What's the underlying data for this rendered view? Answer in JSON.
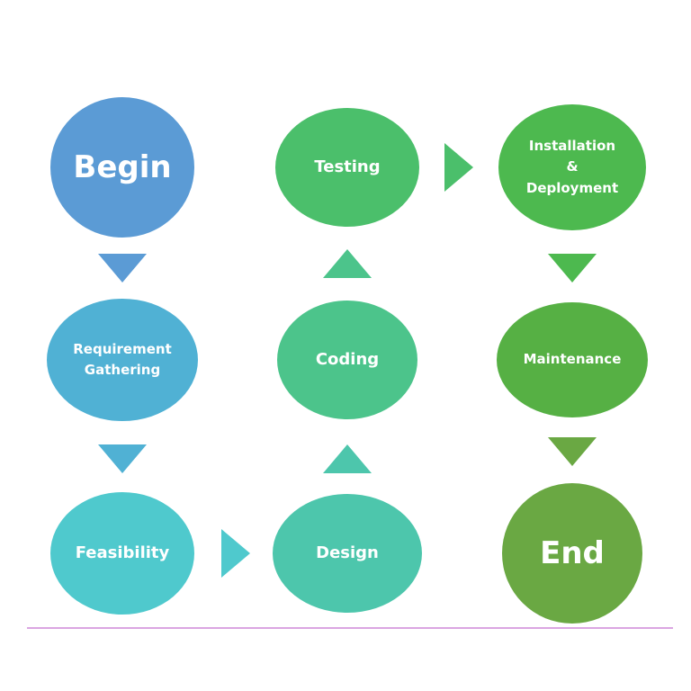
{
  "nodes": {
    "begin": {
      "label": "Begin",
      "color": "#5b9bd5"
    },
    "requirement": {
      "label": "Requirement\nGathering",
      "color": "#50b1d4"
    },
    "feasibility": {
      "label": "Feasibility",
      "color": "#4fc9cd"
    },
    "design": {
      "label": "Design",
      "color": "#4dc6ac"
    },
    "coding": {
      "label": "Coding",
      "color": "#4cc48b"
    },
    "testing": {
      "label": "Testing",
      "color": "#4bbf6b"
    },
    "installation": {
      "label": "Installation\n&\nDeployment",
      "color": "#4db94f"
    },
    "maintenance": {
      "label": "Maintenance",
      "color": "#56b044"
    },
    "end": {
      "label": "End",
      "color": "#6aa843"
    }
  },
  "flow": [
    "Begin",
    "Requirement Gathering",
    "Feasibility",
    "Design",
    "Coding",
    "Testing",
    "Installation & Deployment",
    "Maintenance",
    "End"
  ]
}
